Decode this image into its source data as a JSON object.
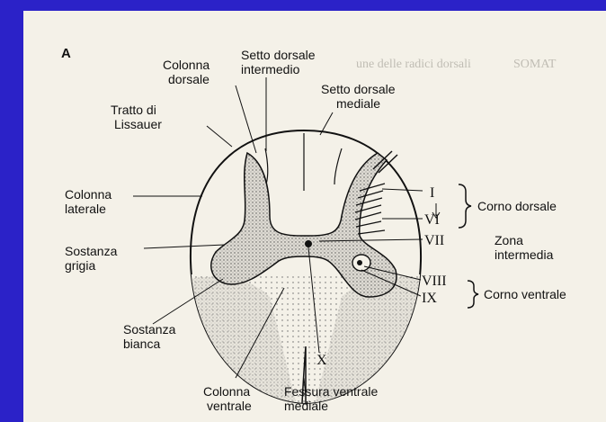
{
  "panel_label": "A",
  "labels": {
    "setto_dorsale_intermedio": [
      "Setto dorsale",
      "intermedio"
    ],
    "colonna_dorsale": [
      "Colonna",
      "dorsale"
    ],
    "setto_dorsale_mediale": [
      "Setto dorsale",
      "mediale"
    ],
    "tratto_lissauer": [
      "Tratto di",
      "Lissauer"
    ],
    "colonna_laterale": [
      "Colonna",
      "laterale"
    ],
    "sostanza_grigia": [
      "Sostanza",
      "grigia"
    ],
    "sostanza_bianca": [
      "Sostanza",
      "bianca"
    ],
    "colonna_ventrale": [
      "Colonna",
      "ventrale"
    ],
    "fessura_ventrale": [
      "Fessura ventrale",
      "mediale"
    ],
    "corno_dorsale": "Corno dorsale",
    "zona_intermedia": [
      "Zona",
      "intermedia"
    ],
    "corno_ventrale": "Corno ventrale"
  },
  "laminae": {
    "I": "I",
    "VI": "VI",
    "VII": "VII",
    "VIII": "VIII",
    "IX": "IX",
    "X": "X"
  },
  "background_text": {
    "heading_left": "une delle radici dorsali",
    "heading_right": "SOMAT"
  },
  "colors": {
    "frame": "#2b22c8",
    "paper": "#f4f1e8",
    "ink": "#111111",
    "gray_matter": "#cfcbc2"
  }
}
